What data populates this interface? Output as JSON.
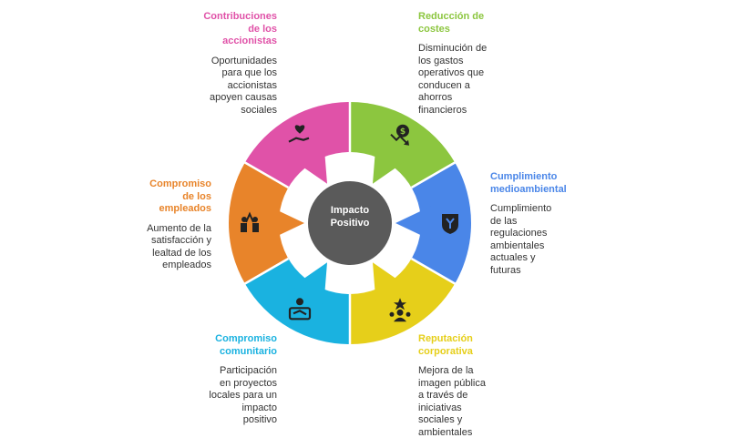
{
  "center": {
    "line1": "Impacto",
    "line2": "Positivo",
    "color": "#5a5a5a"
  },
  "segments": [
    {
      "key": "costes",
      "color": "#8cc63f",
      "icon": "dollar-down-icon",
      "title": [
        "Reducción de",
        "costes"
      ],
      "desc": [
        "Disminución de",
        "los gastos",
        "operativos que",
        "conducen a",
        "ahorros",
        "financieros"
      ]
    },
    {
      "key": "medio",
      "color": "#4a86e8",
      "icon": "eco-shield-icon",
      "title": [
        "Cumplimiento",
        "medioambiental"
      ],
      "desc": [
        "Cumplimiento",
        "de las",
        "regulaciones",
        "ambientales",
        "actuales y",
        "futuras"
      ]
    },
    {
      "key": "reputacion",
      "color": "#e6cf1a",
      "icon": "star-people-icon",
      "title": [
        "Reputación",
        "corporativa"
      ],
      "desc": [
        "Mejora de la",
        "imagen pública",
        "a través de",
        "iniciativas",
        "sociales y",
        "ambientales"
      ]
    },
    {
      "key": "comunitario",
      "color": "#1ab2e0",
      "icon": "handshake-icon",
      "title": [
        "Compromiso",
        "comunitario"
      ],
      "desc": [
        "Participación",
        "en proyectos",
        "locales para un",
        "impacto",
        "positivo"
      ]
    },
    {
      "key": "empleados",
      "color": "#e8842a",
      "icon": "high-five-icon",
      "title": [
        "Compromiso",
        "de los",
        "empleados"
      ],
      "desc": [
        "Aumento de la",
        "satisfacción y",
        "lealtad de los",
        "empleados"
      ]
    },
    {
      "key": "accionistas",
      "color": "#e052a8",
      "icon": "heart-hand-icon",
      "title": [
        "Contribuciones",
        "de los",
        "accionistas"
      ],
      "desc": [
        "Oportunidades",
        "para que los",
        "accionistas",
        "apoyen causas",
        "sociales"
      ]
    }
  ]
}
